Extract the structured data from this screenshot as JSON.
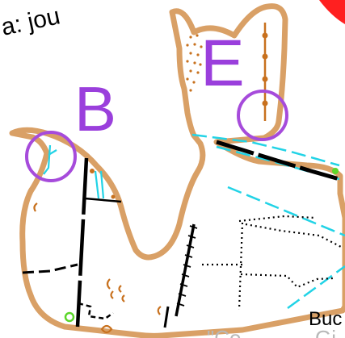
{
  "map": {
    "top_label": "a: jou",
    "letters": {
      "e": "E",
      "b": "B"
    },
    "bottom_label_1": "Buc",
    "bottom_label_2": "\"Co",
    "bottom_label_3": "Gi"
  },
  "colors": {
    "outline": "#d9a066",
    "control_circle": "#a64bdb",
    "letter": "#9a3fdc",
    "water_dashed": "#22d3e6",
    "path": "#000000",
    "contour_symbols": "#c8711e",
    "green_marker": "#5bd62a",
    "corner_red": "#ff2020",
    "faded_text": "#b8b8b8"
  }
}
